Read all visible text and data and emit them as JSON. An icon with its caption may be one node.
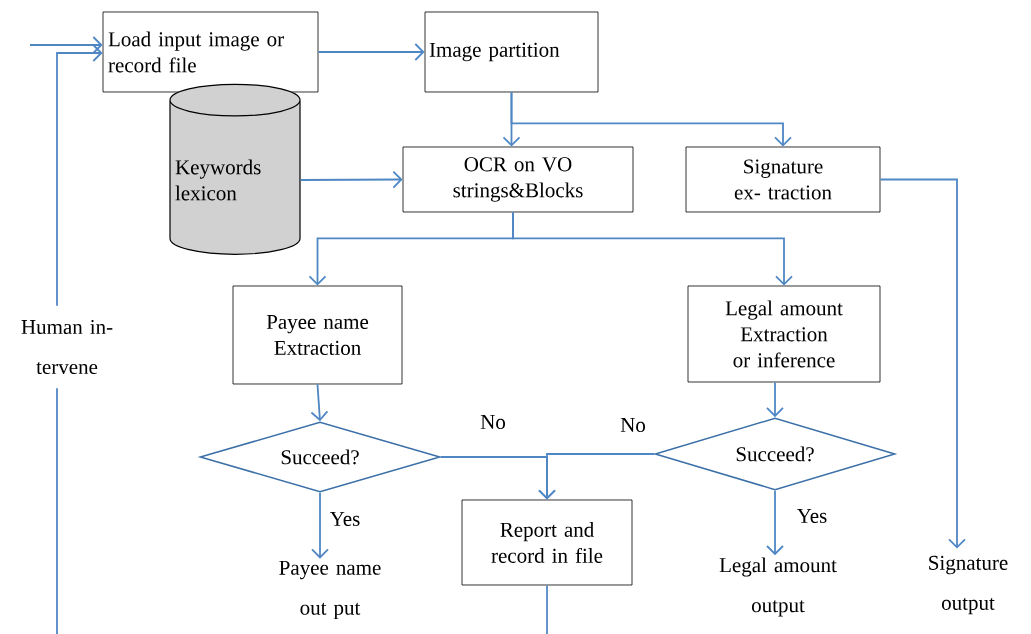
{
  "diagram": {
    "nodes": [
      {
        "text": [
          "Load input image or record file"
        ]
      },
      {
        "text": [
          "Image partition"
        ]
      },
      {
        "text": [
          "Keywords lexicon"
        ]
      },
      {
        "text": [
          "OCR on VO strings&Blocks"
        ]
      },
      {
        "text": [
          "Signature ex- traction"
        ]
      },
      {
        "text": [
          "Payee name Extraction"
        ]
      },
      {
        "text": [
          "Legal amount Extraction or inference"
        ]
      },
      {
        "text": [
          "Succeed?"
        ]
      },
      {
        "text": [
          "Succeed?"
        ]
      },
      {
        "text": [
          "Report and record in file"
        ]
      },
      {
        "text": [
          "Payee name out put"
        ]
      },
      {
        "text": [
          "Legal amount output"
        ]
      },
      {
        "text": [
          "Signature output"
        ]
      },
      {
        "text": [
          "Human in- tervene"
        ]
      }
    ],
    "edges": [
      {
        "from": null,
        "to": 0,
        "arrow": "to"
      },
      {
        "from": 13,
        "to": 0,
        "arrow": "to"
      },
      {
        "from": null,
        "to": 13,
        "arrow": "none"
      },
      {
        "from": 0,
        "to": 1,
        "arrow": "to"
      },
      {
        "from": 1,
        "to": 3,
        "arrow": "to"
      },
      {
        "from": 1,
        "to": 4,
        "arrow": "to"
      },
      {
        "from": 2,
        "to": 3,
        "arrow": "to"
      },
      {
        "from": 3,
        "to": 5,
        "arrow": "to"
      },
      {
        "from": 3,
        "to": 6,
        "arrow": "to"
      },
      {
        "from": 4,
        "to": 12,
        "arrow": "to"
      },
      {
        "from": 5,
        "to": 7,
        "arrow": "to"
      },
      {
        "from": 6,
        "to": 8,
        "arrow": "to"
      },
      {
        "from": 7,
        "to": 10,
        "arrow": "to",
        "label": "Yes"
      },
      {
        "from": 8,
        "to": 11,
        "arrow": "to",
        "label": "Yes"
      },
      {
        "from": 7,
        "to": 9,
        "arrow": "to",
        "label": "No"
      },
      {
        "from": 8,
        "to": 9,
        "arrow": "to",
        "label": "No"
      },
      {
        "from": 9,
        "to": null,
        "arrow": "none"
      }
    ]
  }
}
